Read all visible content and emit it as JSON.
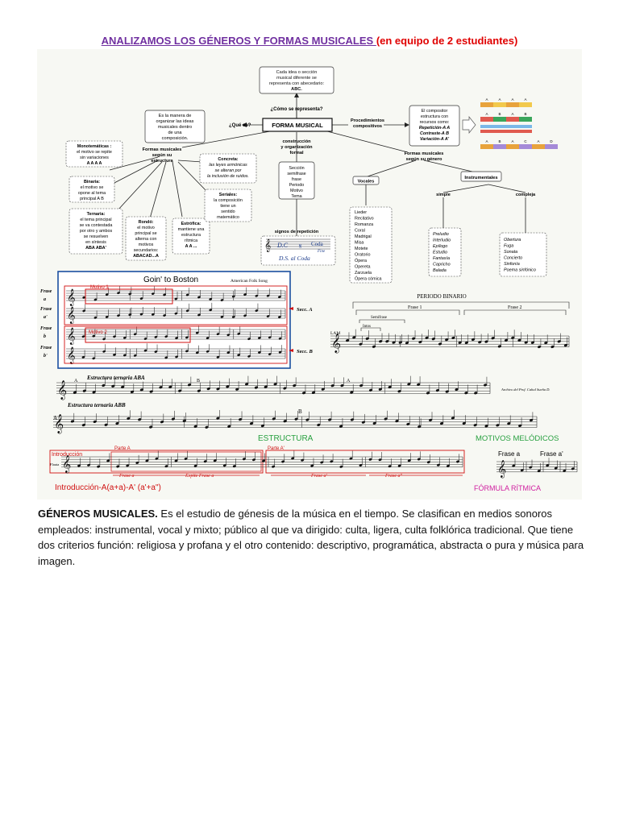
{
  "header": {
    "title_main": "ANALIZAMOS LOS GÉNEROS Y FORMAS MUSICALES ",
    "title_note": "(en equipo de 2 estudiantes)"
  },
  "map": {
    "center": "FORMA MUSICAL",
    "top_q": "¿Cómo se representa?",
    "top_box": [
      "Cada idea o sección",
      "musical diferente se",
      "representa con abecedario:",
      "ABC."
    ],
    "left_q": "¿Qué es?",
    "left_box": [
      "Es la manera de",
      "organizar las ideas",
      "musicales dentro",
      "de una",
      "composición."
    ],
    "right_q": [
      "Procedimientos",
      "compositivos"
    ],
    "right_box": [
      "El compositor",
      "estructura con",
      "recursos como:",
      "Repetición-A A",
      "Contraste-A B",
      "Variación-A A'"
    ],
    "struct_q": [
      "Formas musicales",
      "según su",
      "estructura"
    ],
    "construct_q": [
      "construcción",
      "y organización",
      "formal"
    ],
    "construct_box": [
      "Sección",
      "semifrase",
      "frase",
      "Periodo",
      "Motivo",
      "Tema"
    ],
    "signs_label": "signos de repetición",
    "signs_text": [
      "D.C",
      "Coda",
      "D.S. al Coda",
      "Fine"
    ],
    "genre_q": [
      "Formas musicales",
      "según su género"
    ],
    "monotematica": [
      "Monotemáticas :",
      "el motivo se repite",
      "sin variaciones",
      "A A A A"
    ],
    "binaria": [
      "Binaria:",
      "el motivo se",
      "opone al tema",
      "principal A B"
    ],
    "ternaria": [
      "Ternaria:",
      "el tema principal",
      "se va contestada",
      "por otro y ambos",
      "se resuelven",
      "en síntesis",
      "ABA ABA'"
    ],
    "rondo": [
      "Rondó:",
      "el motivo",
      "principal se",
      "alterna con",
      "motivos",
      "secundarios:",
      "ABACAD...A"
    ],
    "estrofica": [
      "Estrófica:",
      "mantiene una",
      "estructura",
      "rítmica",
      "A A ..."
    ],
    "concreta": [
      "Concreta:",
      "las leyes armónicas",
      "se alteran por",
      "la inclusión de ruidos."
    ],
    "seriales": [
      "Seriales:",
      "la composición",
      "tiene un",
      "sentido",
      "matemático"
    ],
    "vocales_label": "Vocales",
    "vocales": [
      "Lieder",
      "Recitativo",
      "Romanza",
      "Coral",
      "Madrigal",
      "Misa",
      "Motete",
      "Oratorio",
      "Ópera",
      "Opereta",
      "Zarzuela",
      "Ópera cómica"
    ],
    "instr_label": "Instrumentales",
    "simple_label": "simple",
    "compleja_label": "compleja",
    "simple_list": [
      "Preludio",
      "Interludio",
      "Epílogo",
      "Estudio",
      "Fantasía",
      "Capricho",
      "Balada"
    ],
    "compleja_list": [
      "Obertura",
      "Fuga",
      "Sonata",
      "Concierto",
      "Sinfonía",
      "Poema sinfónico"
    ],
    "palette_top": [
      "A",
      "A",
      "A",
      "A"
    ],
    "palette_mid": [
      "A",
      "B",
      "A",
      "B"
    ],
    "palette_bot": [
      "A",
      "B",
      "A",
      "C",
      "A",
      "D"
    ]
  },
  "score": {
    "goin_title": "Goin' to Boston",
    "goin_sub": "American Folk Song",
    "frase_labels": [
      "Frase",
      "a",
      "Frase",
      "a'",
      "Frase",
      "b",
      "Frase",
      "b'"
    ],
    "motivo1": "Motivo 1",
    "motivo2": "Motivo 2",
    "sec_a": "Secc. A",
    "sec_b": "Secc. B",
    "periodo": "PERIODO BINARIO",
    "frase1": "Frase 1",
    "frase2": "Frase 2",
    "semifrase": "Semifrase",
    "intos": "Intos",
    "lam": "LAM",
    "ternaria_aba": "Estructura ternaria ABA",
    "archivo": "Archivo del Prof. Cahul Sueña D.",
    "ternaria_abb": "Estructura ternaria ABB",
    "letter_a": "A",
    "letter_b": "B",
    "estructura": "ESTRUCTURA",
    "motivos_mel": "MOTIVOS MELÓDICOS",
    "introduccion": "Introducción",
    "parte_a": "Parte A",
    "parte_a2": "Parte A'",
    "frase_a": "Frase a",
    "repite_a": "Repite Frase a",
    "frase_a1": "Frase a'",
    "frase_a2": "Frase a\"",
    "formula_intro": "Introducción-A(a+a)-A' (a'+a\")",
    "formula_ritmica": "FÓRMULA RÍTMICA",
    "frase_a_r": "Frase a",
    "frase_a1_r": "Frase a'",
    "flauta": "Flauta"
  },
  "caption": {
    "bold": "GÉNEROS MUSICALES.",
    "text": " Es el estudio de génesis de la música en el tiempo. Se clasifican en medios sonoros empleados: instrumental, vocal y mixto; público al que va dirigido: culta, ligera, culta folklórica tradicional. Que tiene dos criterios función: religiosa y profana y el otro contenido: descriptivo, programática, abstracta o pura y música para imagen."
  },
  "colors": {
    "title_purple": "#7030a0",
    "title_red": "#e00000",
    "score_red": "#d01010",
    "score_blue": "#1a4fa0",
    "green_label": "#28a040",
    "pink_label": "#d020a0"
  }
}
